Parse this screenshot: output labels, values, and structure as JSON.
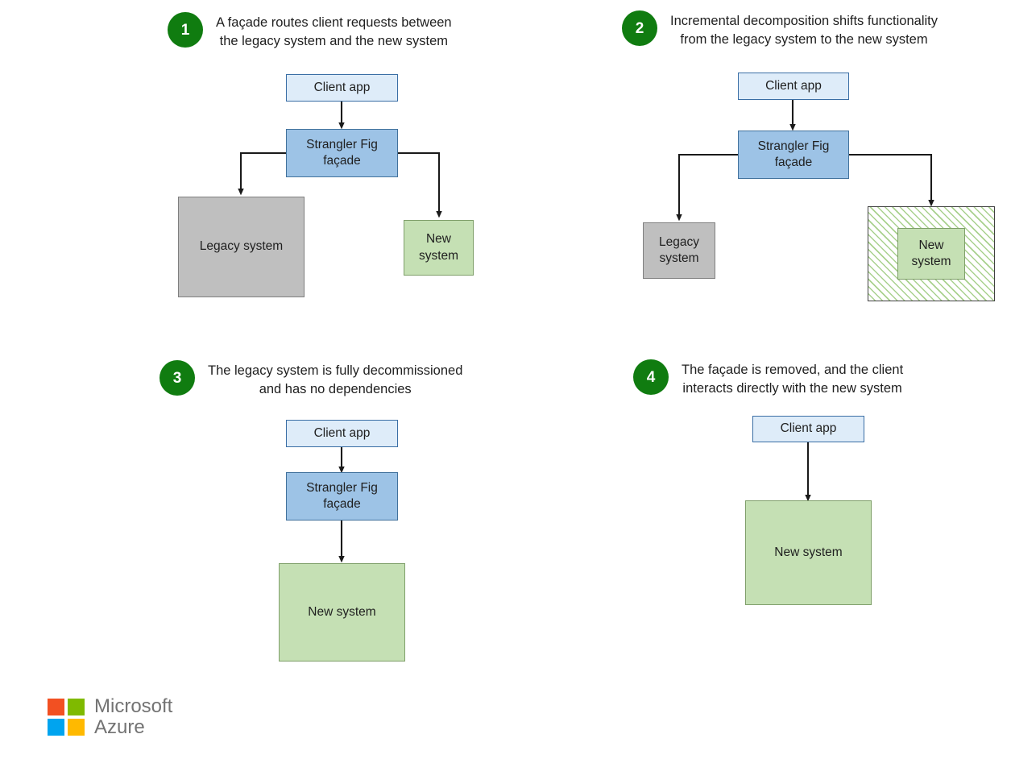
{
  "diagram": {
    "title": "Strangler Fig pattern migration stages",
    "colors": {
      "step_circle": "#107c10",
      "client_app_fill": "#deecf9",
      "facade_fill": "#9dc3e6",
      "legacy_fill": "#bfbfbf",
      "new_system_fill": "#c5e0b4",
      "hatch_stripe": "#a9d18e",
      "connector": "#1a1a1a"
    }
  },
  "panels": [
    {
      "number": "1",
      "caption": "A façade routes client requests between\nthe legacy system and the new system",
      "nodes": {
        "client": "Client app",
        "facade": "Strangler Fig\nfaçade",
        "legacy": "Legacy system",
        "new": "New\nsystem"
      }
    },
    {
      "number": "2",
      "caption": "Incremental decomposition shifts functionality\nfrom the legacy system to the new system",
      "nodes": {
        "client": "Client app",
        "facade": "Strangler Fig\nfaçade",
        "legacy": "Legacy\nsystem",
        "new": "New\nsystem"
      }
    },
    {
      "number": "3",
      "caption": "The legacy system is fully decommissioned\nand has no dependencies",
      "nodes": {
        "client": "Client app",
        "facade": "Strangler Fig\nfaçade",
        "new": "New system"
      }
    },
    {
      "number": "4",
      "caption": "The façade is removed, and the client\ninteracts directly with the new system",
      "nodes": {
        "client": "Client app",
        "new": "New system"
      }
    }
  ],
  "logo": {
    "line1": "Microsoft",
    "line2": "Azure",
    "squares": [
      "#f25022",
      "#7fba00",
      "#00a4ef",
      "#ffb900"
    ]
  }
}
